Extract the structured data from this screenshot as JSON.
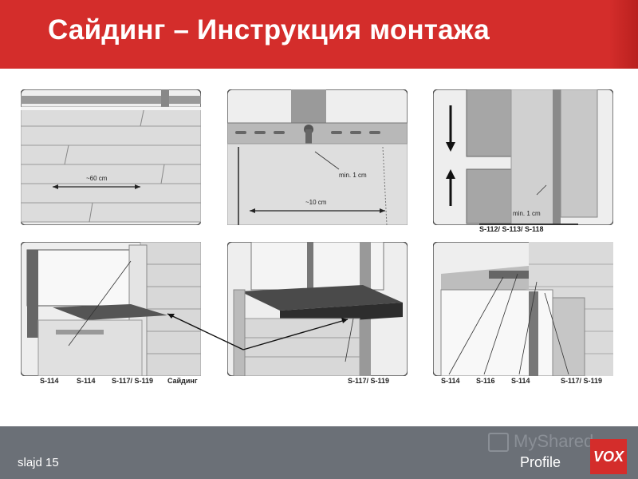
{
  "header": {
    "title": "Сайдинг – Инструкция монтажа"
  },
  "panels": {
    "p1": {
      "distance": "~60 cm"
    },
    "p2": {
      "gap": "min. 1 cm",
      "distance": "~10 cm"
    },
    "p3": {
      "gap": "min. 1 cm",
      "parts": "S-112/ S-113/ S-118"
    },
    "p4": {
      "labels": [
        "S-114",
        "S-114",
        "S-117/ S-119",
        "Сайдинг"
      ]
    },
    "p5": {
      "labels": [
        "S-117/ S-119"
      ]
    },
    "p6": {
      "labels": [
        "S-114",
        "S-116",
        "S-114",
        "S-117/ S-119"
      ]
    }
  },
  "footer": {
    "slide": "slajd 15",
    "watermark": "MyShared",
    "brand_text": "Profile",
    "brand_logo": "VOX"
  },
  "colors": {
    "header_red": "#d42d2b",
    "footer_gray": "#6b7077",
    "siding": "#dedede",
    "metal": "#8a8a8a"
  }
}
